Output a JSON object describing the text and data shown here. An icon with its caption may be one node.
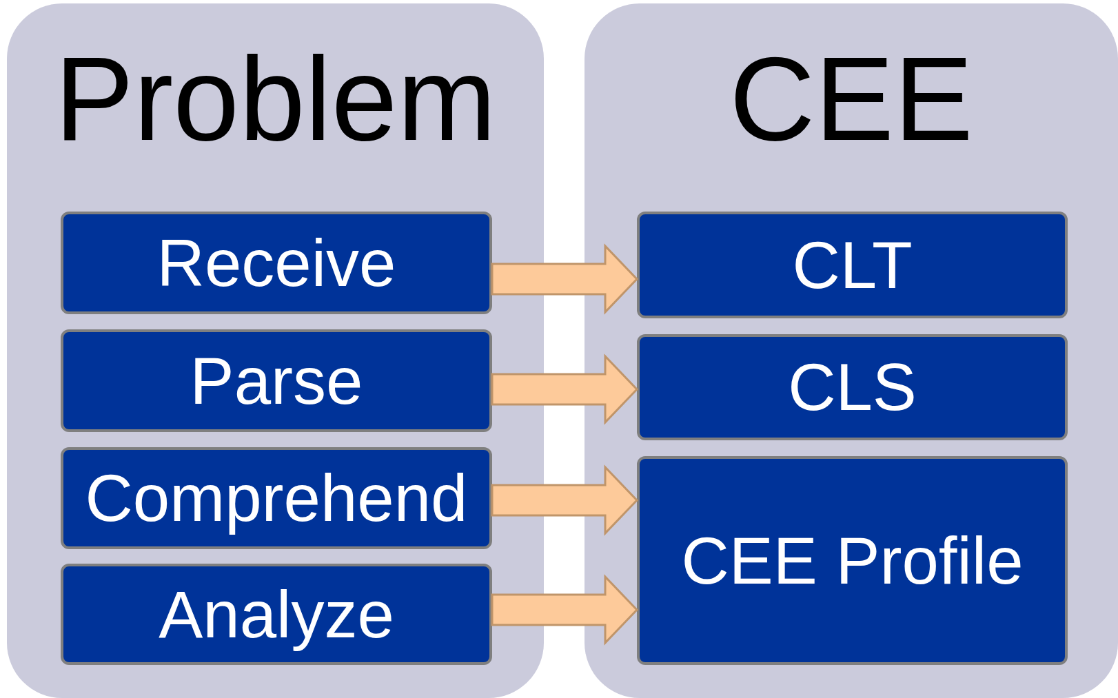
{
  "diagram": {
    "nodes": [
      {
        "text": [
          "Problem"
        ]
      },
      {
        "text": [
          "CEE"
        ]
      },
      {
        "text": [
          "Receive"
        ],
        "in": 0
      },
      {
        "text": [
          "Parse"
        ],
        "in": 0
      },
      {
        "text": [
          "Comprehend"
        ],
        "in": 0
      },
      {
        "text": [
          "Analyze"
        ],
        "in": 0
      },
      {
        "text": [
          "CLT"
        ],
        "in": 1
      },
      {
        "text": [
          "CLS"
        ],
        "in": 1
      },
      {
        "text": [
          "CEE Profile"
        ],
        "in": 1
      }
    ],
    "edges": [
      {
        "from": 2,
        "to": 6,
        "arrow": "to"
      },
      {
        "from": 3,
        "to": 7,
        "arrow": "to"
      },
      {
        "from": 4,
        "to": 8,
        "arrow": "to"
      },
      {
        "from": 5,
        "to": 8,
        "arrow": "to"
      }
    ]
  }
}
